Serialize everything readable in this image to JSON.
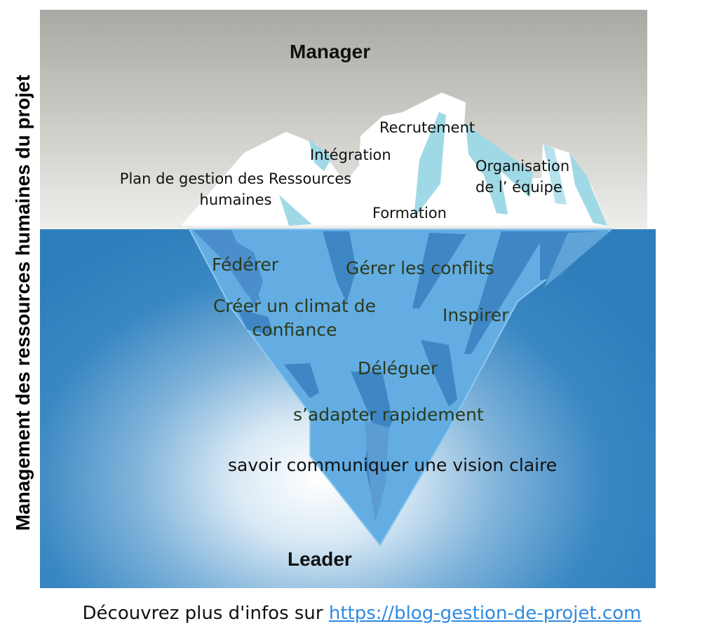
{
  "side_title": "Management des ressources humaines du projet",
  "top_heading": "Manager",
  "bottom_heading": "Leader",
  "above_water": {
    "recrutement": "Recrutement",
    "integration": "Intégration",
    "organisation_line1": "Organisation",
    "organisation_line2": "de l’ équipe",
    "plan_line1": "Plan de gestion des Ressources",
    "plan_line2": "humaines",
    "formation": "Formation"
  },
  "below_water": {
    "federer": "Fédérer",
    "gerer_conflits": "Gérer les conflits",
    "climat_line1": "Créer un climat de",
    "climat_line2": "confiance",
    "inspirer": "Inspirer",
    "deleguer": "Déléguer",
    "adapter": "s’adapter rapidement",
    "communiquer": "savoir communiquer une vision claire"
  },
  "footer": {
    "text": "Découvrez plus d'infos sur",
    "link": "https://blog-gestion-de-projet.com"
  },
  "colors": {
    "sky_top": "#a9a8a3",
    "sea": "#2f7ebc",
    "ice_underwater": "#63ade3",
    "ice_facet": "#3f86c4",
    "ice_above": "#ffffff",
    "ice_above_shadow": "#9fd9e6",
    "link": "#2f8ae0"
  }
}
